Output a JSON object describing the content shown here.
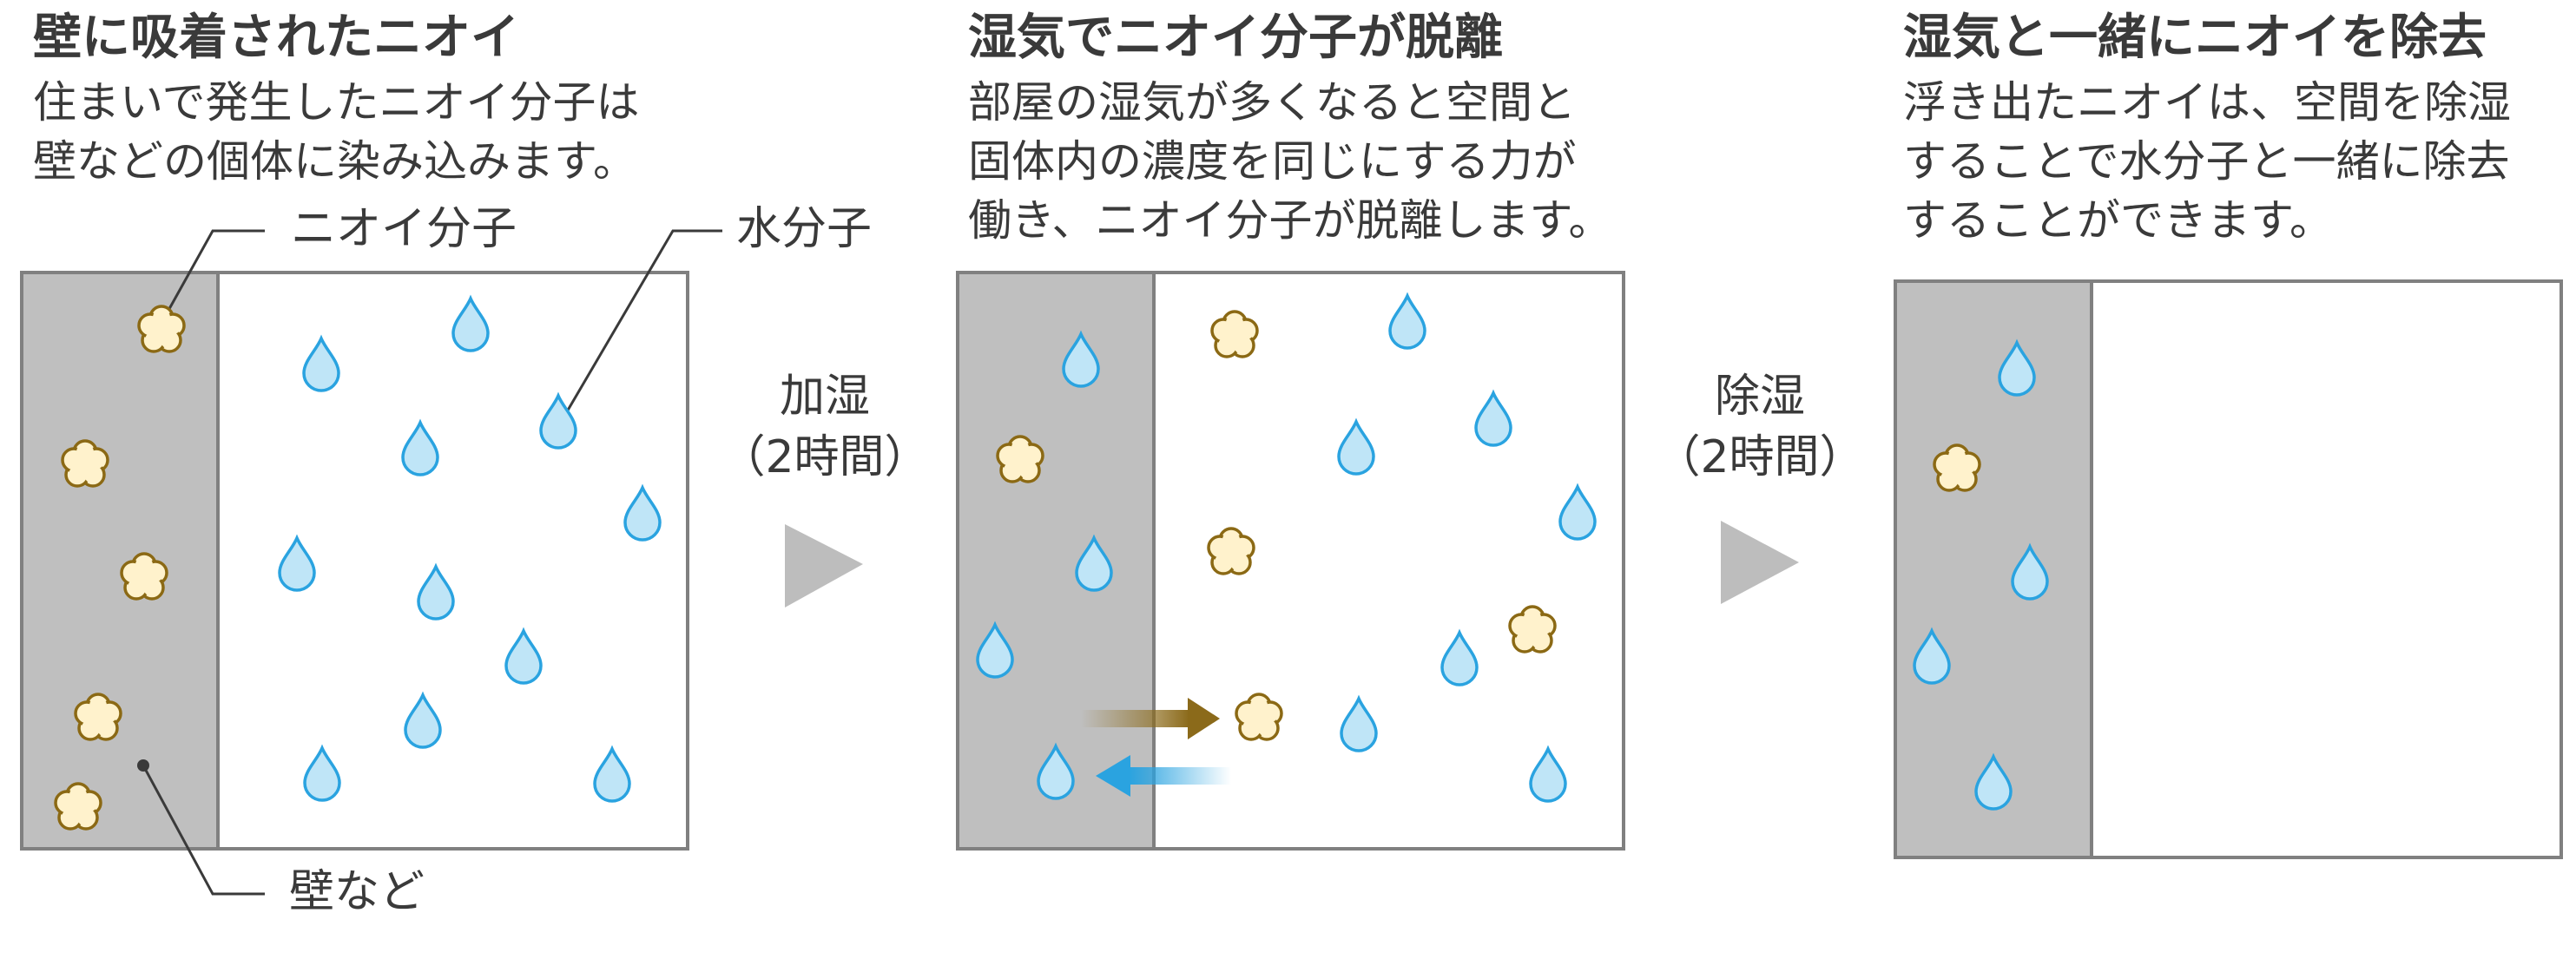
{
  "panels": [
    {
      "title": "壁に吸着されたニオイ",
      "desc": [
        "住まいで発生したニオイ分子は",
        "壁などの個体に染み込みます。"
      ]
    },
    {
      "title": "湿気でニオイ分子が脱離",
      "desc": [
        "部屋の湿気が多くなると空間と",
        "固体内の濃度を同じにする力が",
        "働き、ニオイ分子が脱離します。"
      ]
    },
    {
      "title": "湿気と一緒にニオイを除去",
      "desc": [
        "浮き出たニオイは、空間を除湿",
        "することで水分子と一緒に除去",
        "することができます。"
      ]
    }
  ],
  "steps": [
    {
      "line1": "加湿",
      "line2": "（2時間）"
    },
    {
      "line1": "除湿",
      "line2": "（2時間）"
    }
  ],
  "callouts": {
    "odor": "ニオイ分子",
    "water": "水分子",
    "wall": "壁など"
  },
  "colors": {
    "wall": "#bfbfbf",
    "frame": "#808080",
    "water_fill": "#bfe5f7",
    "water_stroke": "#2aa3e0",
    "odor_fill": "#fff2cc",
    "odor_stroke": "#8b6914",
    "triangle": "#bdbdbd",
    "arrow_brown": "#8b6a1a",
    "arrow_blue": "#2aa3e0"
  }
}
